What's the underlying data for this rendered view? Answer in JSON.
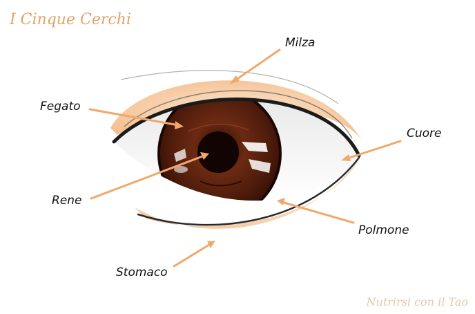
{
  "title": "I Cinque Cerchi",
  "watermark": "Nutrirsi con il Tao",
  "labels": {
    "milza": "Milza",
    "fegato": "Fegato",
    "cuore": "Cuore",
    "rene": "Rene",
    "polmone": "Polmone",
    "stomaco": "Stomaco"
  },
  "colors": {
    "accent": "#e0a36a",
    "arrow": "#f0a86b",
    "iris": "#5a2410",
    "skin": "#f6c89d"
  }
}
